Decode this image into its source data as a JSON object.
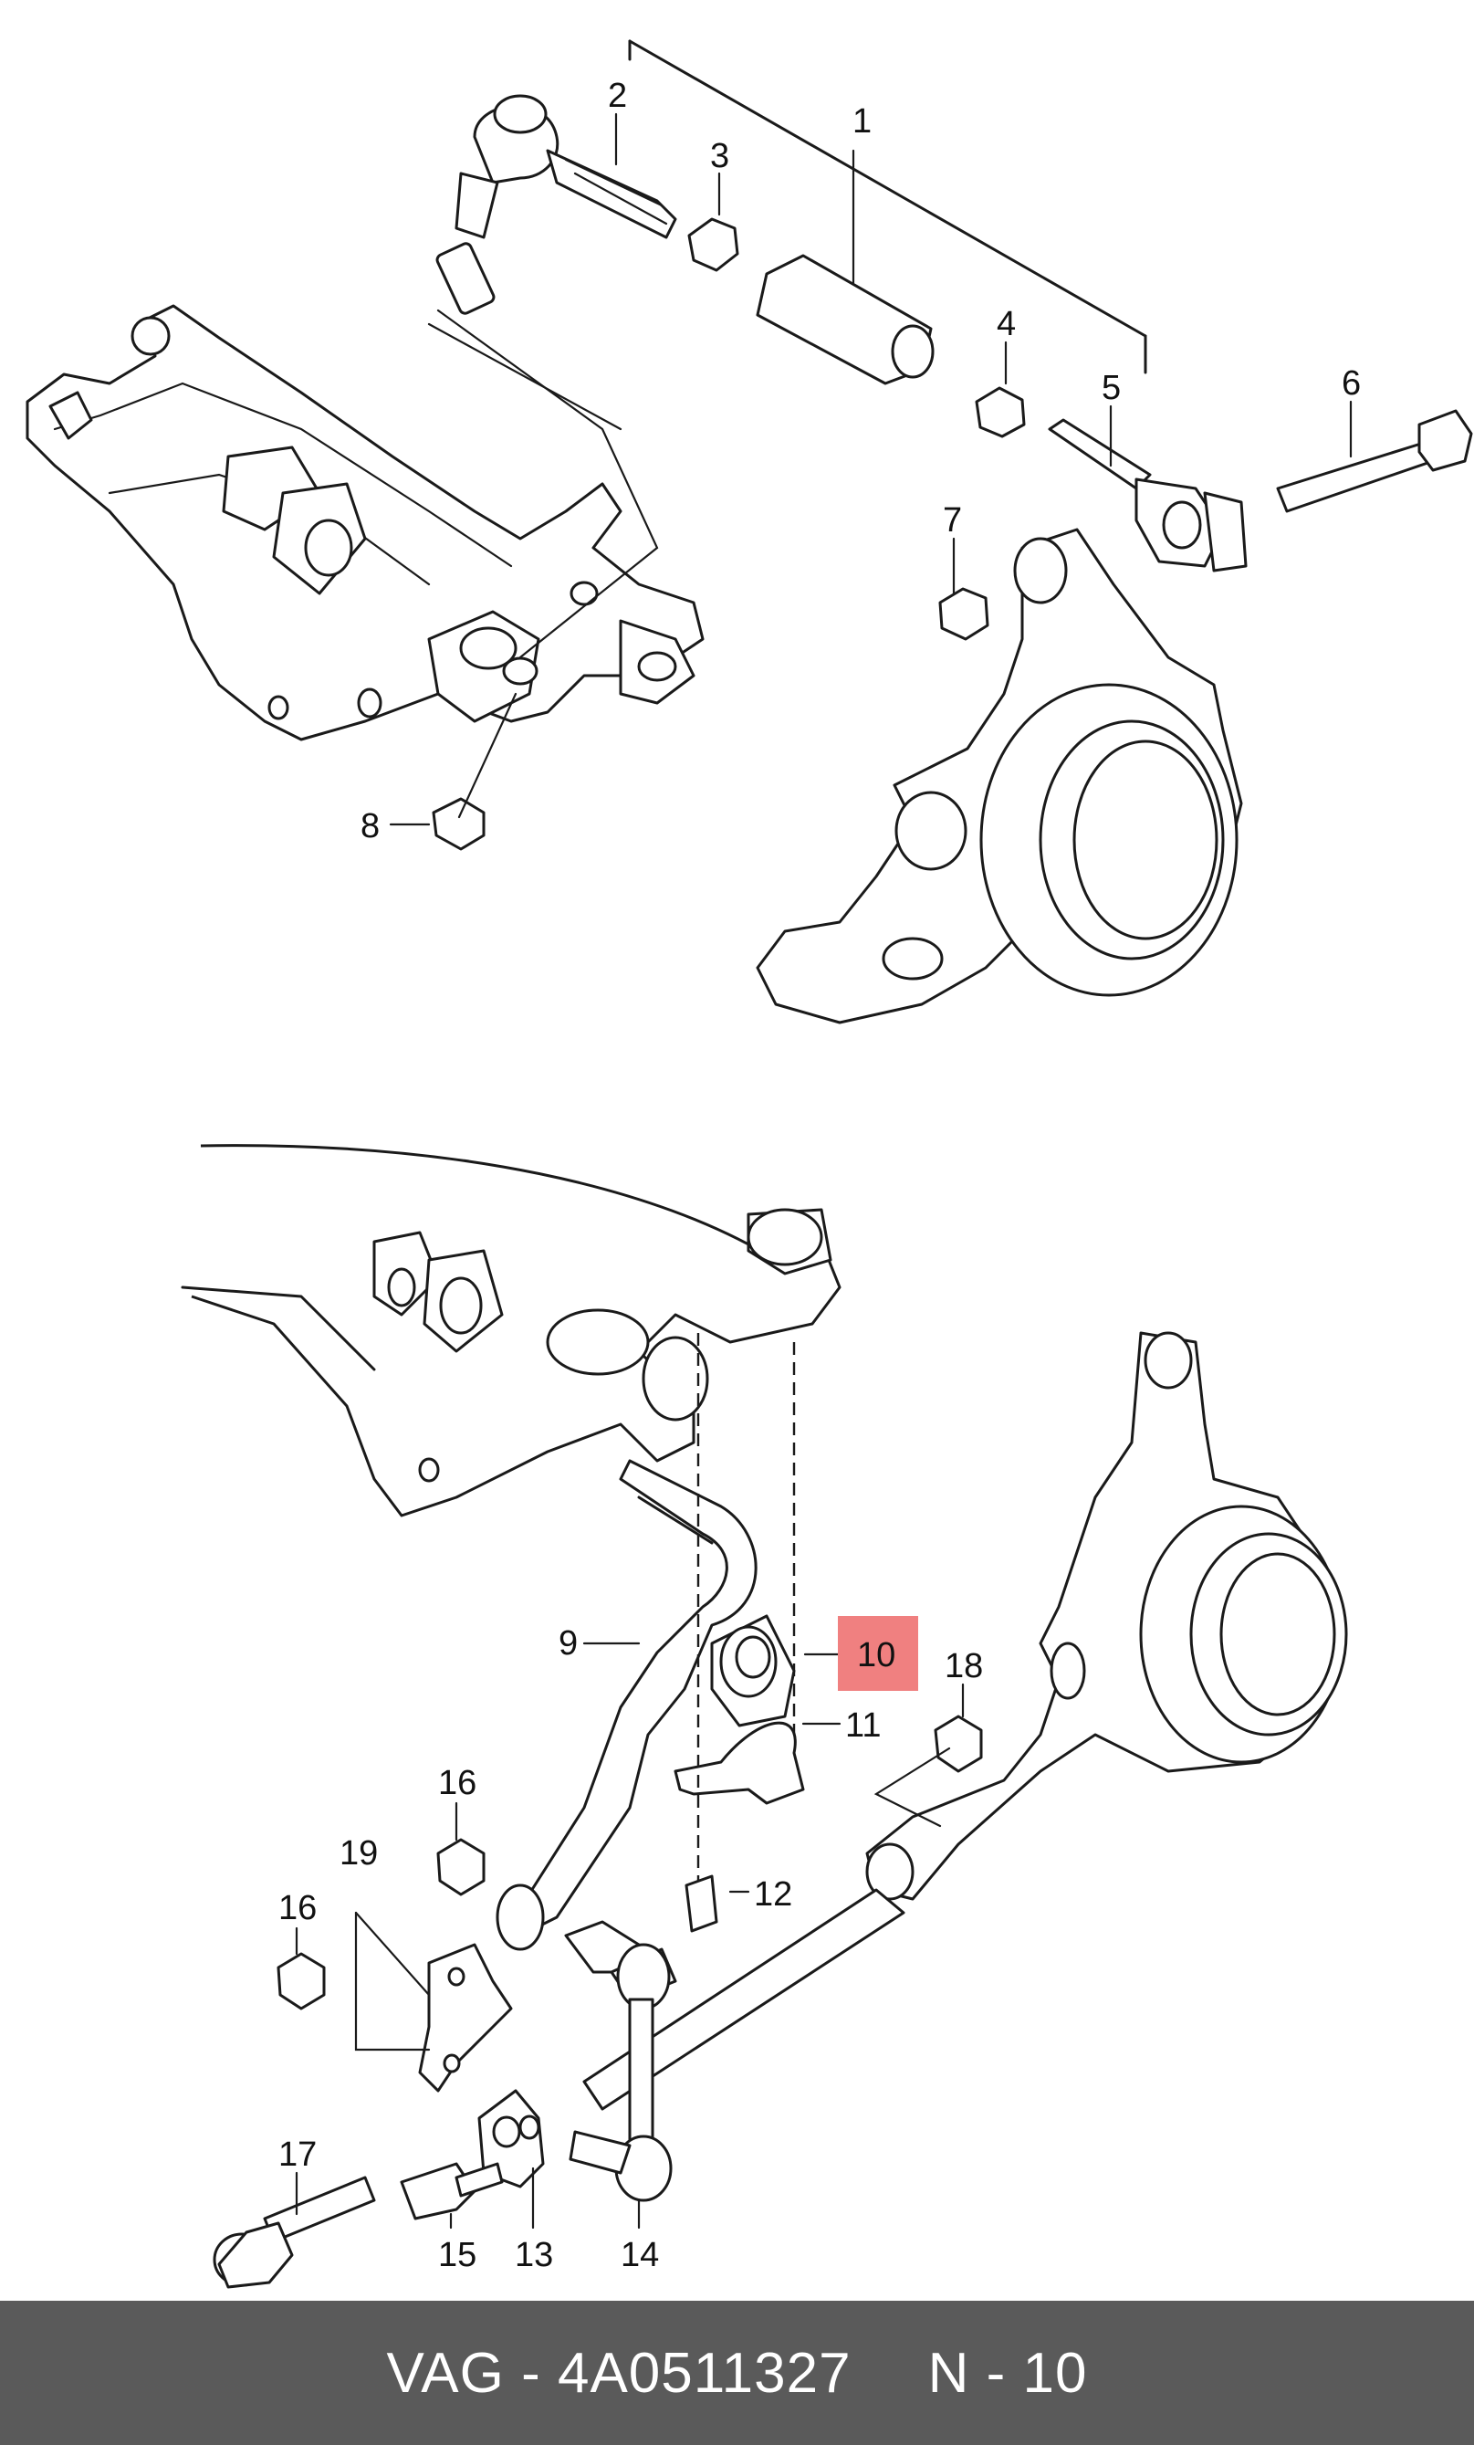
{
  "diagram": {
    "highlight_color": "#f08080",
    "callouts": [
      {
        "id": "c1",
        "label": "1"
      },
      {
        "id": "c2",
        "label": "2"
      },
      {
        "id": "c3",
        "label": "3"
      },
      {
        "id": "c4",
        "label": "4"
      },
      {
        "id": "c5",
        "label": "5"
      },
      {
        "id": "c6",
        "label": "6"
      },
      {
        "id": "c7",
        "label": "7"
      },
      {
        "id": "c8",
        "label": "8"
      },
      {
        "id": "c9",
        "label": "9"
      },
      {
        "id": "c10",
        "label": "10",
        "highlighted": true
      },
      {
        "id": "c11",
        "label": "11"
      },
      {
        "id": "c12",
        "label": "12"
      },
      {
        "id": "c13",
        "label": "13"
      },
      {
        "id": "c14",
        "label": "14"
      },
      {
        "id": "c15",
        "label": "15"
      },
      {
        "id": "c16a",
        "label": "16"
      },
      {
        "id": "c16b",
        "label": "16"
      },
      {
        "id": "c17",
        "label": "17"
      },
      {
        "id": "c18",
        "label": "18"
      },
      {
        "id": "c19",
        "label": "19"
      }
    ]
  },
  "footer": {
    "part_code": "VAG - 4A0511327",
    "reference": "N - 10",
    "background": "#5a5a5a"
  }
}
